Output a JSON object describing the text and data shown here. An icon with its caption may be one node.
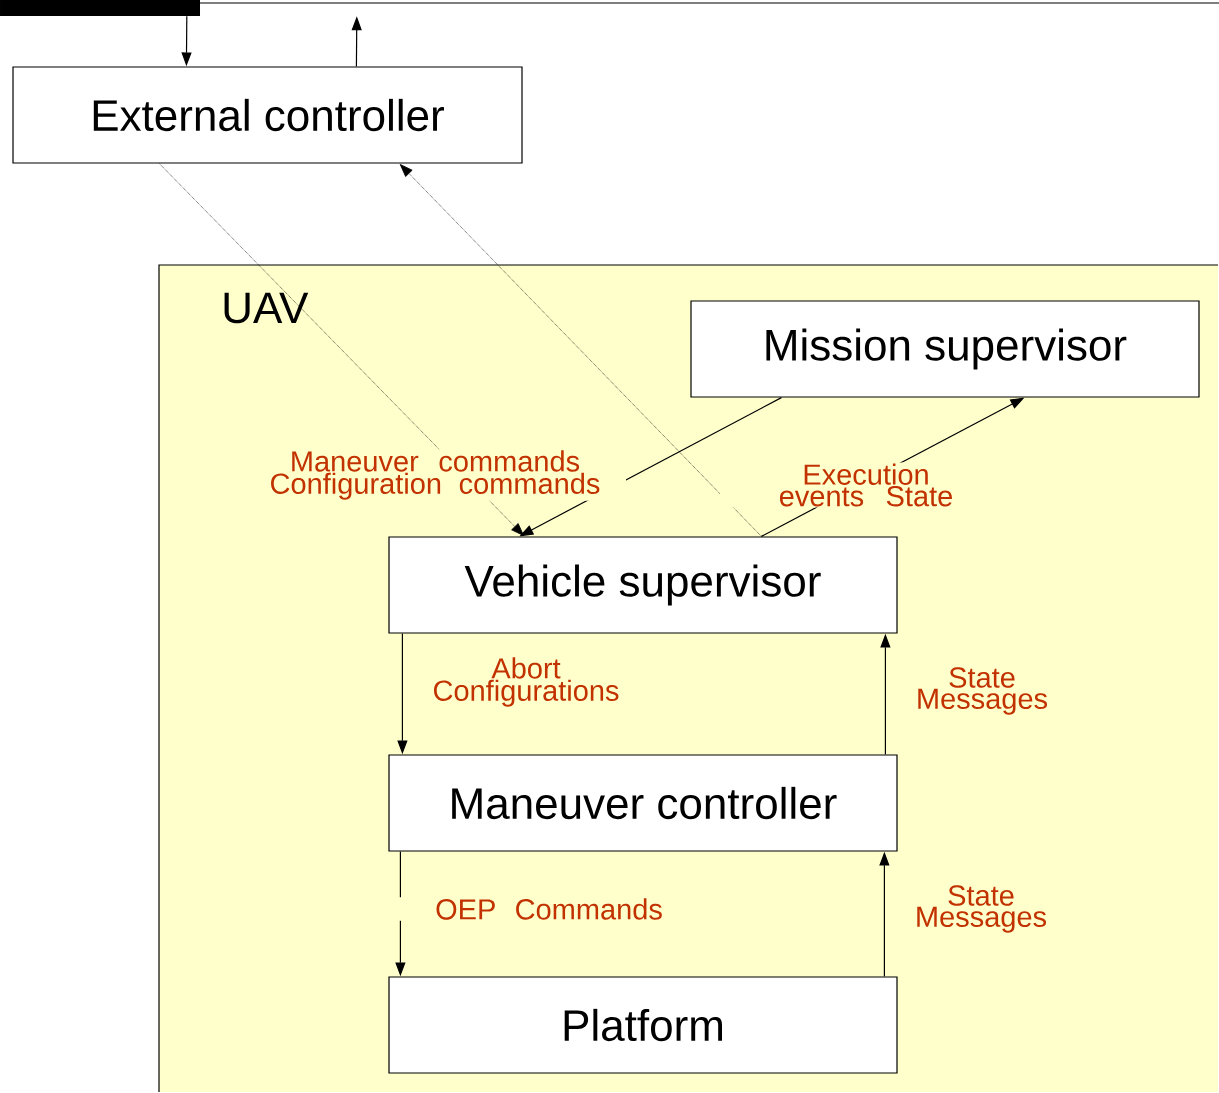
{
  "diagram": {
    "nodes": [
      {
        "text": [],
        "shape": "bar"
      },
      {
        "text": [
          "External controller"
        ]
      },
      {
        "text": [
          "UAV"
        ]
      },
      {
        "text": [
          "Mission supervisor"
        ],
        "in": 2
      },
      {
        "text": [
          "Vehicle supervisor"
        ],
        "in": 2
      },
      {
        "text": [
          "Maneuver controller"
        ],
        "in": 2
      },
      {
        "text": [
          "Platform"
        ],
        "in": 2
      }
    ],
    "edges": [
      {
        "from": 0,
        "to": 1,
        "arrow": "to"
      },
      {
        "from": 1,
        "to": 0,
        "arrow": "to"
      },
      {
        "from": 1,
        "to": 4,
        "arrow": "to",
        "style": "dashed"
      },
      {
        "from": 4,
        "to": 1,
        "arrow": "to",
        "style": "dashed"
      },
      {
        "from": 3,
        "to": 4,
        "arrow": "to"
      },
      {
        "from": 4,
        "to": 3,
        "arrow": "to"
      },
      {
        "from": 4,
        "to": 5,
        "arrow": "to",
        "label": "Abort Configurations"
      },
      {
        "from": 5,
        "to": 4,
        "arrow": "to",
        "label": "State Messages"
      },
      {
        "from": 5,
        "to": 6,
        "arrow": "to",
        "label": "OEP Commands"
      },
      {
        "from": 6,
        "to": 5,
        "arrow": "to",
        "label": "State Messages"
      }
    ],
    "labels": [
      "Maneuver commands Configuration commands",
      "Execution events State"
    ]
  }
}
